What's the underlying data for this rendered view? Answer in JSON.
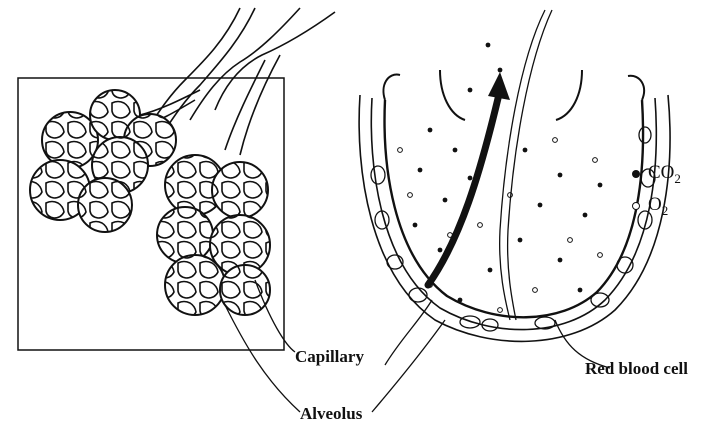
{
  "labels": {
    "capillary": "Capillary",
    "alveolus": "Alveolus",
    "red_blood_cell": "Red blood cell"
  },
  "legend": {
    "co2": "CO",
    "co2_sub": "2",
    "o2": "O",
    "o2_sub": "2"
  },
  "colors": {
    "ink": "#111111",
    "background": "#ffffff"
  },
  "icons": {
    "co2_marker": "filled-dot",
    "o2_marker": "hollow-dot",
    "flow_arrow": "arrow-up"
  }
}
